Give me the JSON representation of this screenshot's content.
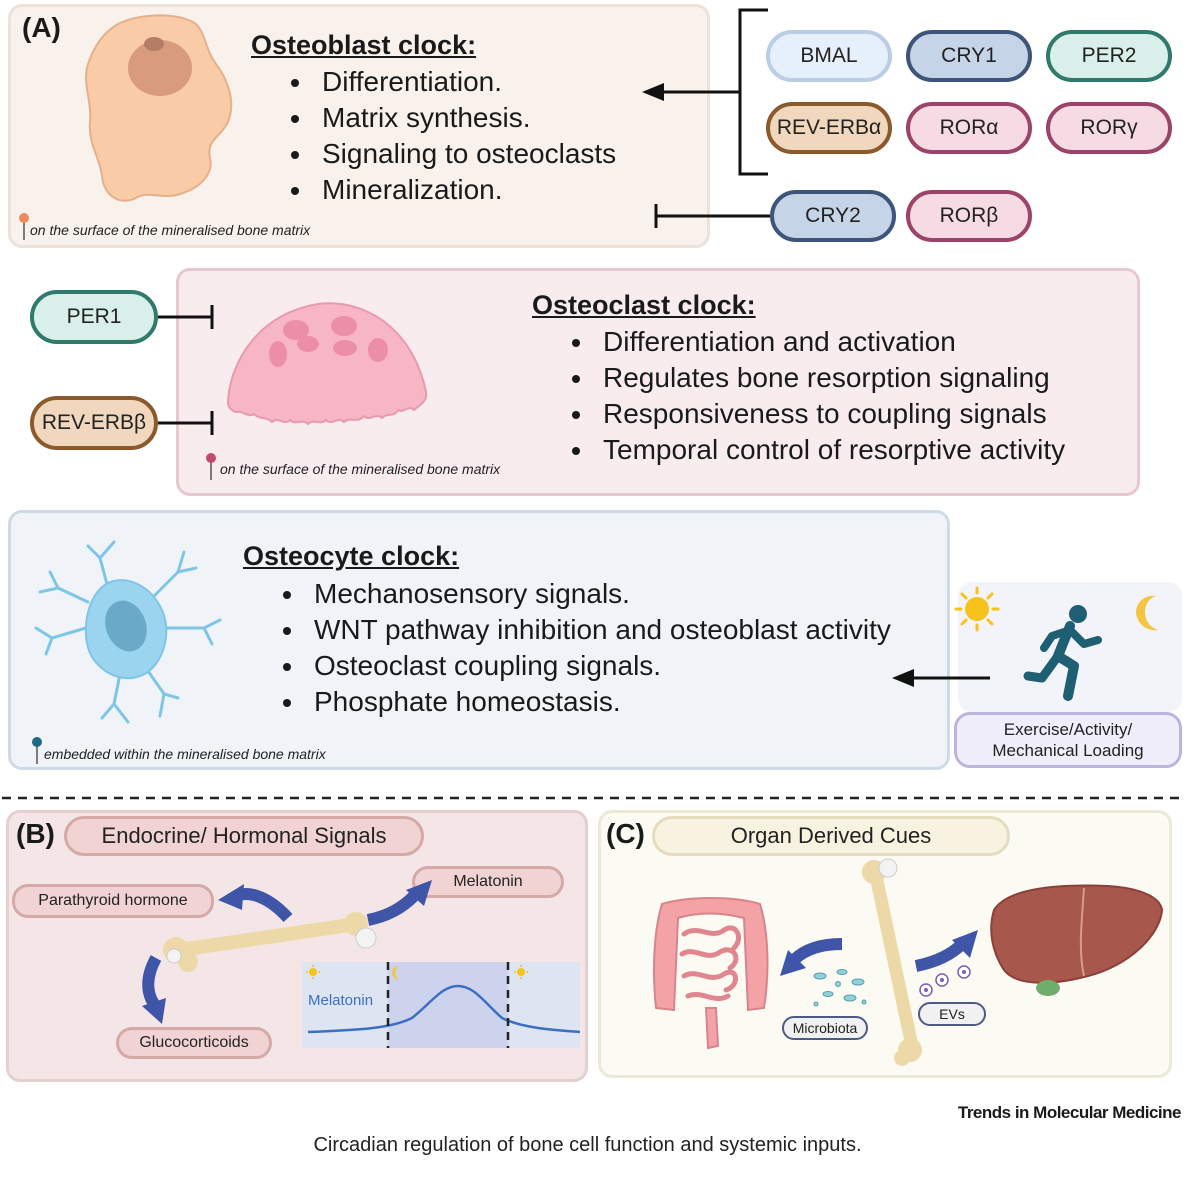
{
  "panel_a": {
    "label": "(A)",
    "osteoblast": {
      "title": "Osteoblast clock:",
      "bullets": [
        "Differentiation.",
        "Matrix synthesis.",
        "Signaling to osteoclasts",
        "Mineralization."
      ],
      "location": "on the surface of the mineralised bone matrix"
    },
    "osteoclast": {
      "title": "Osteoclast clock:",
      "bullets": [
        "Differentiation and activation",
        "Regulates bone resorption signaling",
        "Responsiveness to coupling signals",
        "Temporal control of resorptive activity"
      ],
      "location": "on the surface of the mineralised bone matrix"
    },
    "osteocyte": {
      "title": "Osteocyte clock:",
      "bullets": [
        "Mechanosensory signals.",
        "WNT pathway inhibition and osteoblast activity",
        "Osteoclast coupling signals.",
        "Phosphate homeostasis."
      ],
      "location": "embedded within the mineralised bone matrix"
    },
    "genes": {
      "bmal": "BMAL",
      "cry1": "CRY1",
      "per2": "PER2",
      "rev_erba": "REV-ERBα",
      "rora": "RORα",
      "rorg": "RORγ",
      "cry2": "CRY2",
      "rorb": "RORβ",
      "per1": "PER1",
      "rev_erbb": "REV-ERBβ"
    },
    "exercise": "Exercise/Activity/ Mechanical Loading"
  },
  "panel_b": {
    "label": "(B)",
    "title": "Endocrine/ Hormonal Signals",
    "parathyroid": "Parathyroid hormone",
    "melatonin": "Melatonin",
    "glucocorticoids": "Glucocorticoids",
    "graph_label": "Melatonin"
  },
  "panel_c": {
    "label": "(C)",
    "title": "Organ Derived Cues",
    "microbiota": "Microbiota",
    "evs": "EVs"
  },
  "footer": {
    "journal": "Trends in Molecular Medicine",
    "caption": "Circadian regulation of bone cell function and systemic inputs."
  },
  "colors": {
    "osteoblast_bg": "#f8f1ec",
    "osteoclast_bg": "#f8ecef",
    "osteocyte_bg": "#f0f4f8",
    "panel_b_bg": "#f4e6e6",
    "panel_c_bg": "#fbfbf3"
  }
}
